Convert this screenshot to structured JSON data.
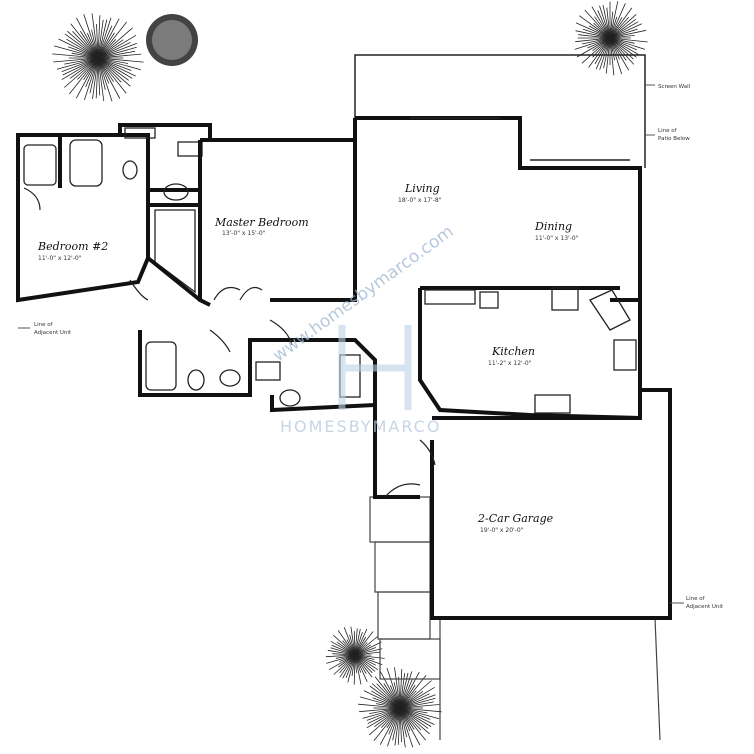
{
  "rooms": {
    "bedroom2": {
      "label": "Bedroom #2",
      "dims": "11'-0\" x 12'-0\""
    },
    "master": {
      "label": "Master Bedroom",
      "dims": "13'-0\" x 15'-0\""
    },
    "living": {
      "label": "Living",
      "dims": "18'-0\" x 17'-8\""
    },
    "dining": {
      "label": "Dining",
      "dims": "11'-0\" x 13'-0\""
    },
    "kitchen": {
      "label": "Kitchen",
      "dims": "11'-2\" x 12'-0\""
    },
    "garage": {
      "label": "2-Car Garage",
      "dims": "19'-0\" x 20'-0\""
    }
  },
  "notes": {
    "screen_wall": "Screen Wall",
    "line_of_patio": "Line of",
    "line_of_patio2": "Patio Below",
    "line_of_bedroom": "Line of",
    "line_of_bedroom2": "Adjacent Unit",
    "line_of_garage": "Line of",
    "line_of_garage2": "Adjacent Unit"
  },
  "watermark": {
    "url": "www.homesbymarco.com",
    "brand": "HOMESBYMARCO"
  }
}
